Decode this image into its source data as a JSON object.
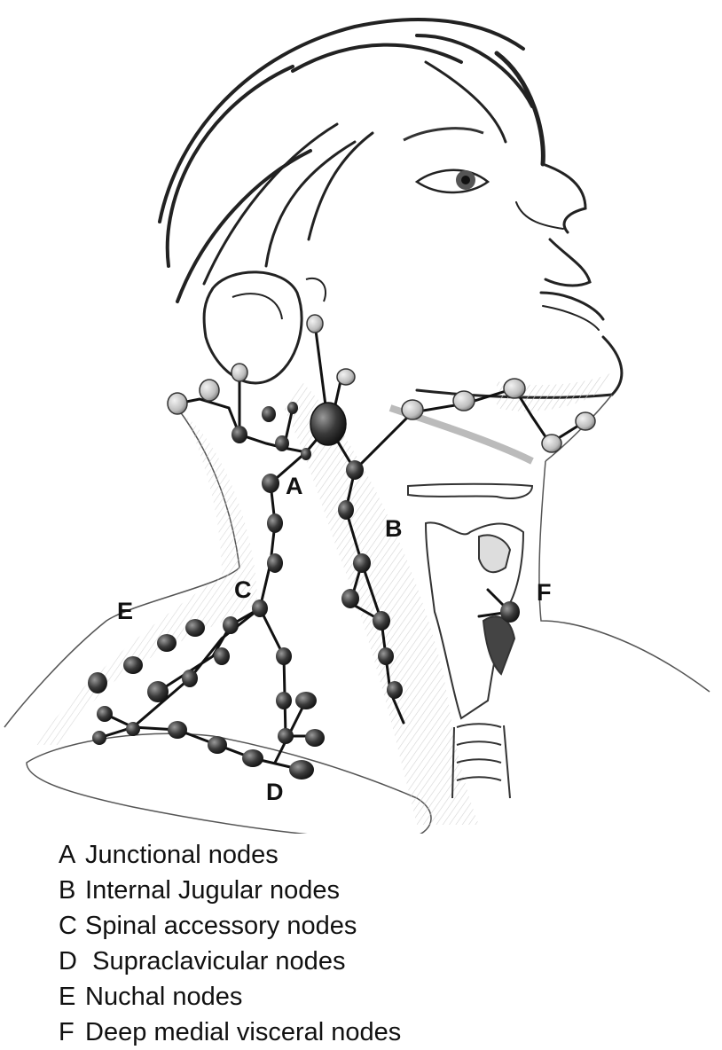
{
  "labels": {
    "a": "A",
    "b": "B",
    "c": "C",
    "d": "D",
    "e": "E",
    "f": "F"
  },
  "legend": [
    {
      "letter": "A",
      "text": " Junctional nodes"
    },
    {
      "letter": "B",
      "text": " Internal Jugular nodes"
    },
    {
      "letter": "C",
      "text": " Spinal accessory nodes"
    },
    {
      "letter": "D",
      "text": "  Supraclavicular nodes"
    },
    {
      "letter": "E",
      "text": " Nuchal nodes"
    },
    {
      "letter": "F",
      "text": " Deep medial visceral nodes"
    }
  ],
  "colors": {
    "ink": "#111111",
    "node_dark": "#3a3a3a",
    "node_light": "#c8c8c8",
    "shading": "#cfcfcf"
  }
}
